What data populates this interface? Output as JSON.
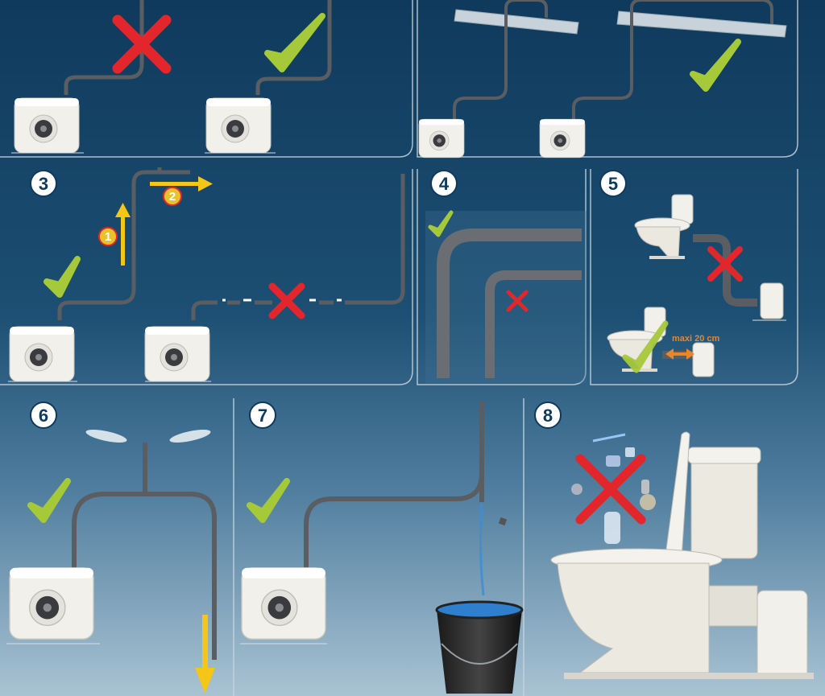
{
  "panels": [
    {
      "id": "1",
      "badge": ""
    },
    {
      "id": "2",
      "badge": ""
    },
    {
      "id": "3",
      "badge": "3"
    },
    {
      "id": "4",
      "badge": "4"
    },
    {
      "id": "5",
      "badge": "5"
    },
    {
      "id": "6",
      "badge": "6"
    },
    {
      "id": "7",
      "badge": "7"
    },
    {
      "id": "8",
      "badge": "8"
    }
  ],
  "panel3": {
    "step1": "1",
    "step2": "2"
  },
  "panel5": {
    "distance_label": "maxi 20 cm"
  },
  "colors": {
    "check": "#a6c93a",
    "cross": "#e3262b",
    "arrow": "#f5c518",
    "pipe": "#5a5d62",
    "pump": "#f2f0ea",
    "divider": "#c9d6df"
  },
  "icons": [
    "check-icon",
    "cross-icon",
    "arrow-up-icon",
    "arrow-right-icon",
    "arrow-down-icon",
    "pump-unit",
    "toilet",
    "bucket",
    "vent-cap"
  ]
}
